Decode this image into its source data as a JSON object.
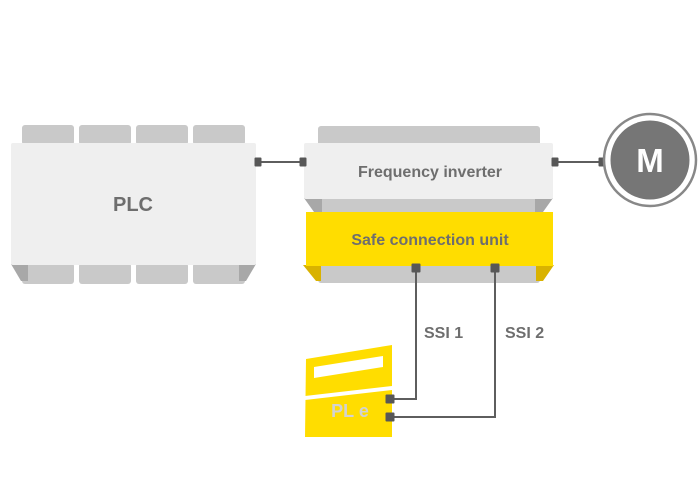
{
  "diagram": {
    "description": "Safe motion monitoring block diagram: PLC connected to frequency inverter with safe connection unit, driving motor M, with encoder (PL e) feedback via SSI 1 and SSI 2",
    "plc": {
      "label": "PLC"
    },
    "inverter_stack": {
      "frequency_inverter_label": "Frequency inverter",
      "safe_connection_unit_label": "Safe connection unit"
    },
    "motor": {
      "label": "M"
    },
    "encoder": {
      "label": "PL e"
    },
    "signals": {
      "ssi1_label": "SSI 1",
      "ssi2_label": "SSI 2"
    },
    "colors": {
      "background": "#ffffff",
      "brand_yellow": "#ffdd00",
      "yellow_shadow": "#d9b200",
      "block_fill": "#efefef",
      "tab_fill": "#c9c9c9",
      "shadow_gray": "#a8a8a8",
      "label_gray": "#6e6e6e",
      "motor_fill": "#767676",
      "motor_ring": "#888888",
      "wire_gray": "#5e5e5e",
      "connector_square": "#575757",
      "encoder_label": "#d2d2d2",
      "slot_white": "#ffffff"
    }
  }
}
